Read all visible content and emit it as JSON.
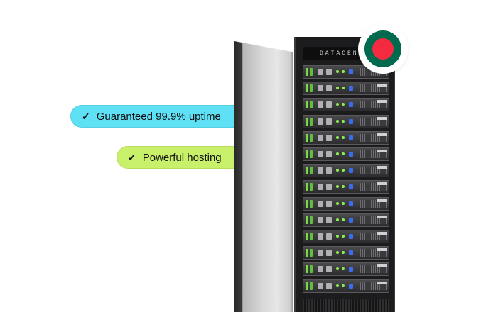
{
  "badges": [
    {
      "label": "Guaranteed 99.9% uptime",
      "check": "✓",
      "color": "#5ee0f5"
    },
    {
      "label": "Powerful hosting",
      "check": "✓",
      "color": "#c9f06a"
    }
  ],
  "rack": {
    "header_label": "DATACENT",
    "unit_count": 14
  },
  "flag": {
    "icon": "bangladesh-flag-icon",
    "green": "#006a4e",
    "red": "#f42a41"
  }
}
